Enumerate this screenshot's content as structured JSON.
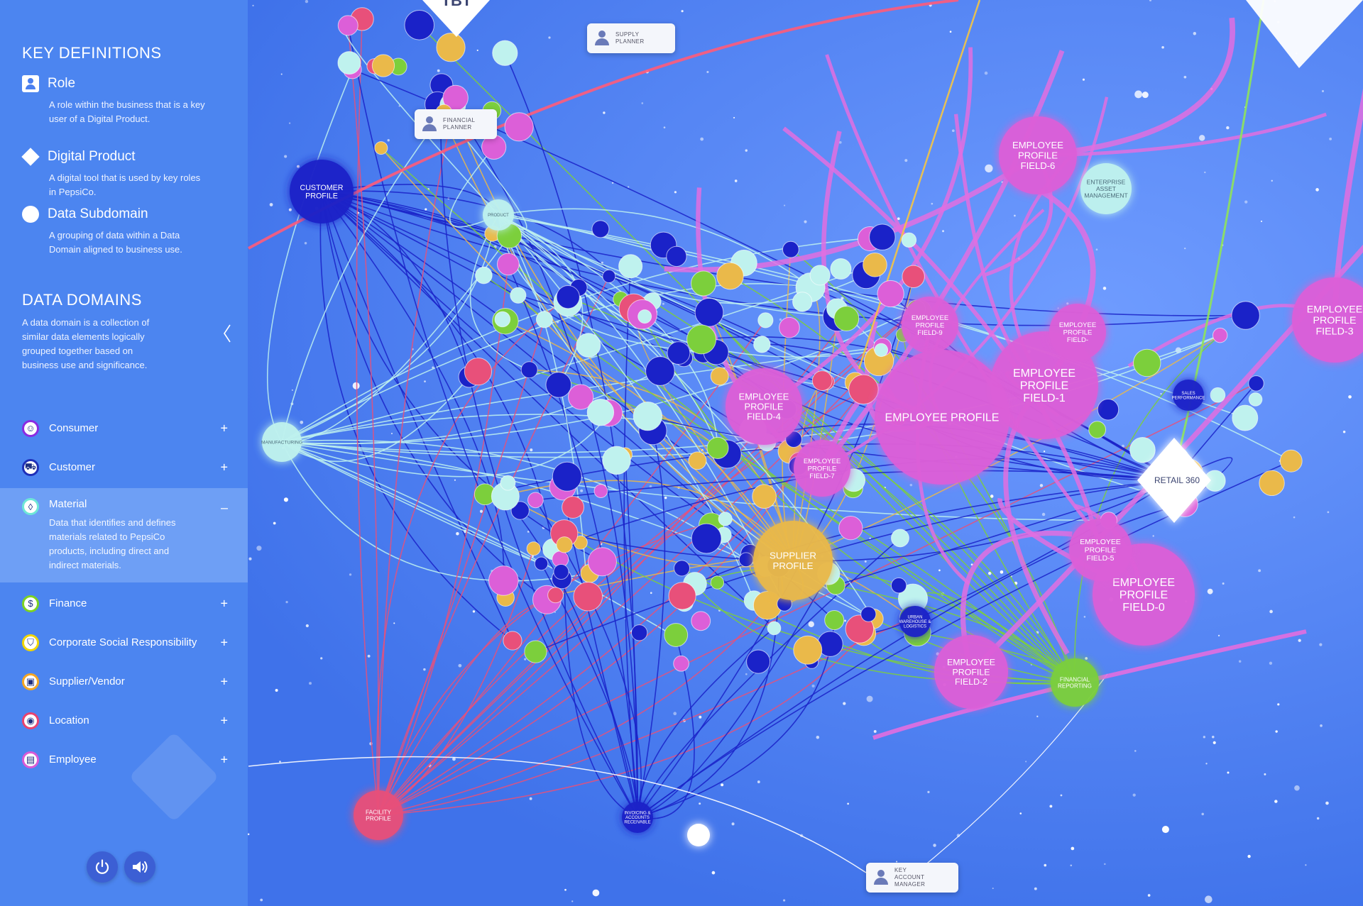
{
  "key_definitions": {
    "title": "KEY DEFINITIONS",
    "items": [
      {
        "icon": "role-icon",
        "label": "Role",
        "description": "A role within the business that is a key user of a Digital Product."
      },
      {
        "icon": "diamond-icon",
        "label": "Digital Product",
        "description": "A digital tool that is used by key roles in PepsiCo."
      },
      {
        "icon": "circle-icon",
        "label": "Data Subdomain",
        "description": "A grouping of data within a Data Domain aligned to business use."
      }
    ]
  },
  "data_domains": {
    "title": "DATA DOMAINS",
    "description": "A data domain is a collection of similar data elements logically grouped together based on business use and significance.",
    "items": [
      {
        "icon": "smile-icon",
        "label": "Consumer",
        "color": "#8a2be2",
        "toggle": "+"
      },
      {
        "icon": "cart-icon",
        "label": "Customer",
        "color": "#1e2fb8",
        "toggle": "+"
      },
      {
        "icon": "drop-icon",
        "label": "Material",
        "color": "#6ee7d7",
        "toggle": "–",
        "expanded": true,
        "detail": "Data that identifies and defines materials related to PepsiCo products, including direct and indirect materials."
      },
      {
        "icon": "dollar-icon",
        "label": "Finance",
        "color": "#7ed321",
        "toggle": "+"
      },
      {
        "icon": "shield-icon",
        "label": "Corporate Social Responsibility",
        "color": "#f2d600",
        "toggle": "+"
      },
      {
        "icon": "box-icon",
        "label": "Supplier/Vendor",
        "color": "#f5a623",
        "toggle": "+"
      },
      {
        "icon": "pin-icon",
        "label": "Location",
        "color": "#e8436f",
        "toggle": "+"
      },
      {
        "icon": "briefcase-icon",
        "label": "Employee",
        "color": "#d95ad6",
        "toggle": "+"
      }
    ]
  },
  "controls": {
    "power_icon": "power-icon",
    "sound_icon": "speaker-icon"
  },
  "roles": [
    {
      "label": "SUPPLY PLANNER"
    },
    {
      "label": "FINANCIAL PLANNER"
    },
    {
      "label": "KEY ACCOUNT MANAGER"
    }
  ],
  "products": [
    {
      "label": "RETAIL 360"
    },
    {
      "label": "TBT"
    }
  ],
  "nodes": [
    {
      "label": "CUSTOMER PROFILE",
      "color": "#1a22c8"
    },
    {
      "label": "PRODUCT",
      "color": "#bff2ee"
    },
    {
      "label": "MANUFACTURING",
      "color": "#bff2ee"
    },
    {
      "label": "ENTERPRISE ASSET MANAGEMENT",
      "color": "#bff2ee"
    },
    {
      "label": "EMPLOYEE PROFILE FIELD-6",
      "color": "#dc5fd8"
    },
    {
      "label": "EMPLOYEE PROFILE FIELD-4",
      "color": "#dc5fd8"
    },
    {
      "label": "EMPLOYEE PROFILE FIELD-1",
      "color": "#dc5fd8"
    },
    {
      "label": "EMPLOYEE PROFILE FIELD-7",
      "color": "#dc5fd8"
    },
    {
      "label": "EMPLOYEE PROFILE FIELD-9",
      "color": "#dc5fd8"
    },
    {
      "label": "EMPLOYEE PROFILE FIELD-",
      "color": "#dc5fd8"
    },
    {
      "label": "EMPLOYEE PROFILE FIELD-3",
      "color": "#dc5fd8"
    },
    {
      "label": "EMPLOYEE PROFILE FIELD-0",
      "color": "#dc5fd8"
    },
    {
      "label": "EMPLOYEE PROFILE FIELD-5",
      "color": "#dc5fd8"
    },
    {
      "label": "EMPLOYEE PROFILE FIELD-2",
      "color": "#dc5fd8"
    },
    {
      "label": "EMPLOYEE PROFILE",
      "color": "#dc5fd8"
    },
    {
      "label": "SUPPLIER PROFILE",
      "color": "#eab94a"
    },
    {
      "label": "FINANCIAL REPORTING",
      "color": "#7ccf3c"
    },
    {
      "label": "FACILITY PROFILE",
      "color": "#e8507a"
    },
    {
      "label": "SALES PERFORMANCE",
      "color": "#1a22c8"
    },
    {
      "label": "URBAN WAREHOUSE & LOGISTICS",
      "color": "#1a22c8"
    },
    {
      "label": "INVOICING & ACCOUNTS RECEIVABLE",
      "color": "#1a22c8"
    }
  ]
}
